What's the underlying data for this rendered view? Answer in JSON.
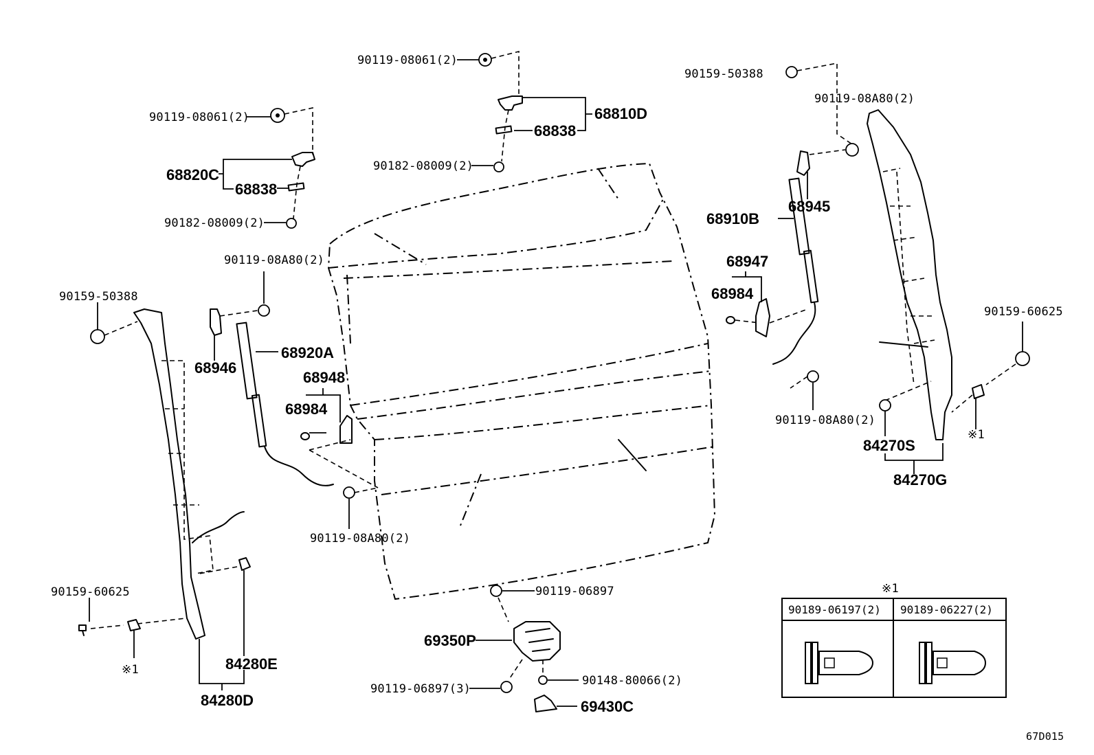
{
  "diagram_id": "67D015",
  "callouts": {
    "c01": "90119-08061(2)",
    "c02": "90119-08061(2)",
    "c03": "68820C",
    "c04": "68838",
    "c05": "90182-08009(2)",
    "c06": "68810D",
    "c07": "68838",
    "c08": "90182-08009(2)",
    "c09": "90159-50388",
    "c10": "90119-08A80(2)",
    "c11": "68945",
    "c12": "68910B",
    "c13": "68947",
    "c14": "68984",
    "c15": "90119-08A80(2)",
    "c16": "90159-60625",
    "c17": "84270S",
    "c18": "84270G",
    "c19": "※1",
    "c20": "90119-08A80(2)",
    "c21": "90159-50388",
    "c22": "68946",
    "c23": "68920A",
    "c24": "68948",
    "c25": "68984",
    "c26": "90119-08A80(2)",
    "c27": "90159-60625",
    "c28": "※1",
    "c29": "84280E",
    "c30": "84280D",
    "c31": "90119-06897",
    "c32": "69350P",
    "c33": "90119-06897(3)",
    "c34": "90148-80066(2)",
    "c35": "69430C"
  },
  "legend": {
    "mark": "※1",
    "col1": "90189-06197(2)",
    "col2": "90189-06227(2)"
  }
}
